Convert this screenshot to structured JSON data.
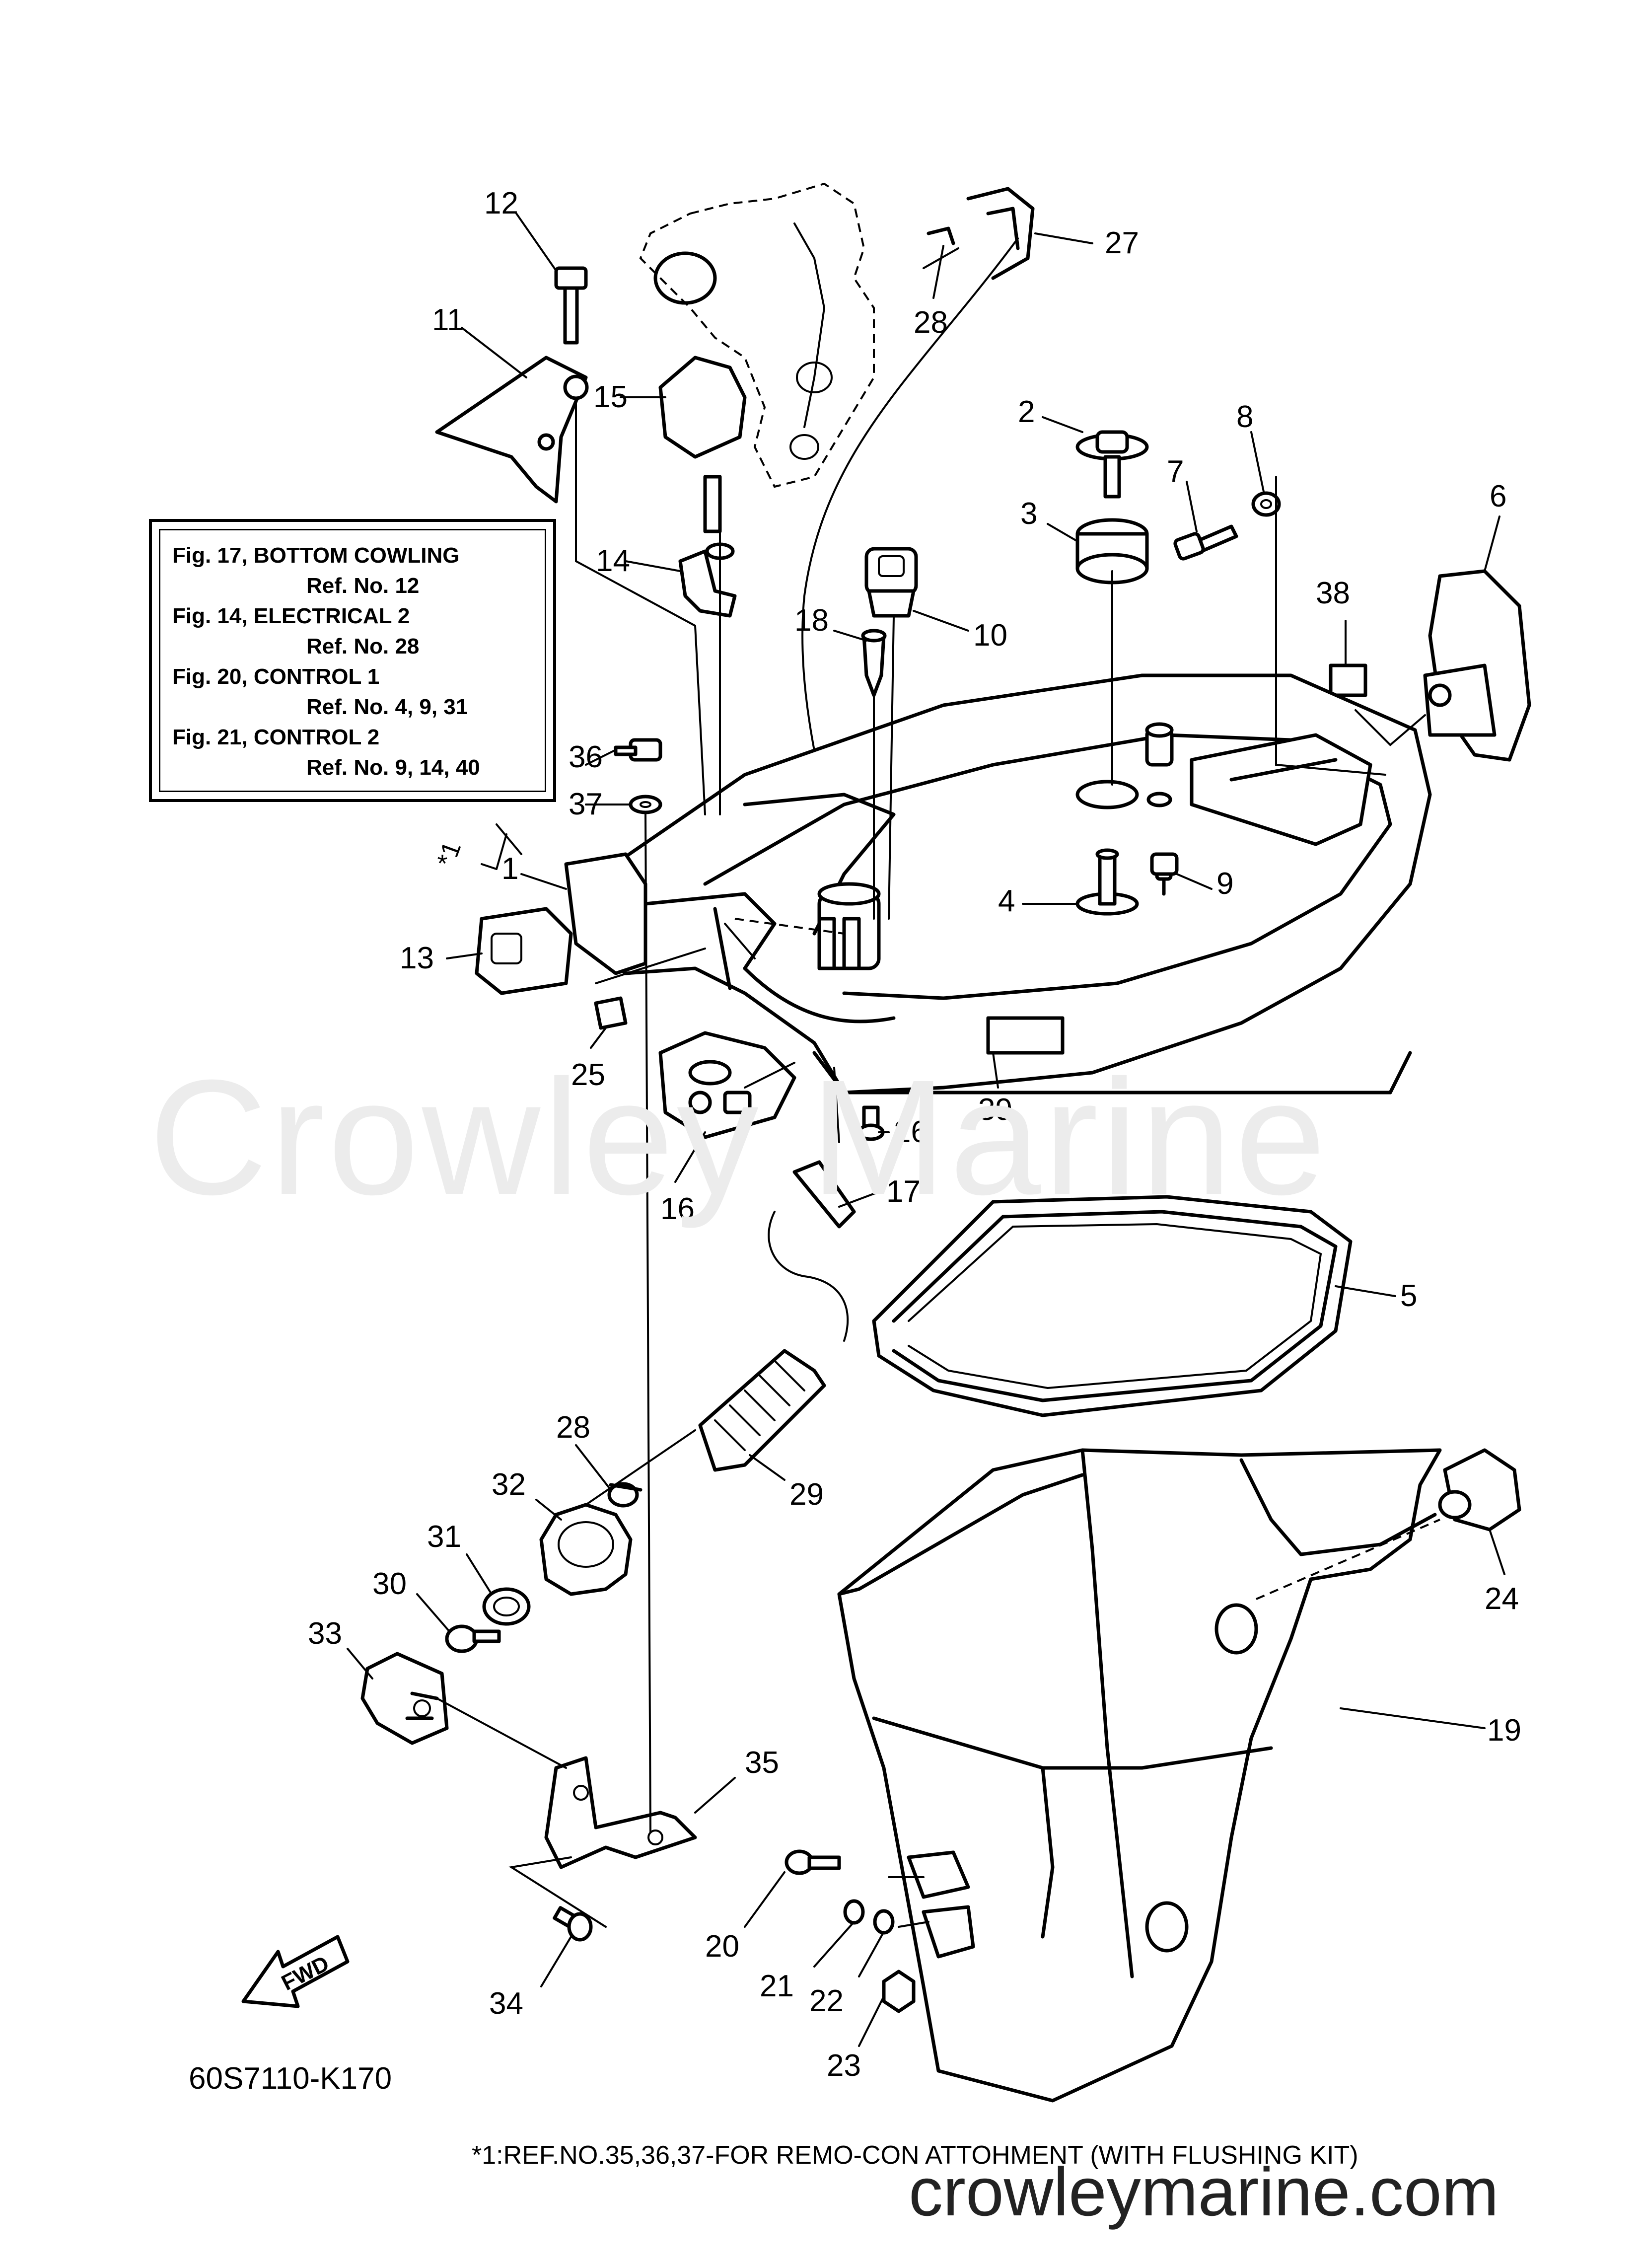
{
  "watermark": "Crowley Marine",
  "reference_box": {
    "lines": [
      {
        "text": "Fig. 17, BOTTOM COWLING",
        "sub": false
      },
      {
        "text": "Ref. No. 12",
        "sub": true
      },
      {
        "text": "Fig. 14, ELECTRICAL 2",
        "sub": false
      },
      {
        "text": "Ref. No. 28",
        "sub": true
      },
      {
        "text": "Fig. 20, CONTROL 1",
        "sub": false
      },
      {
        "text": "Ref. No. 4, 9, 31",
        "sub": true
      },
      {
        "text": "Fig. 21, CONTROL 2",
        "sub": false
      },
      {
        "text": "Ref. No. 9, 14, 40",
        "sub": true
      }
    ]
  },
  "fwd_label": "FWD",
  "diagram_code": "60S7110-K170",
  "footnote": "*1:REF.NO.35,36,37-FOR REMO-CON ATTOHMENT (WITH FLUSHING KIT)",
  "site": "crowleymarine.com",
  "footnote_marker": "*1",
  "callouts": [
    "12",
    "11",
    "15",
    "14",
    "27",
    "28",
    "2",
    "8",
    "7",
    "3",
    "6",
    "38",
    "10",
    "18",
    "36",
    "37",
    "1",
    "13",
    "25",
    "4",
    "9",
    "16",
    "26",
    "17",
    "39",
    "5",
    "28",
    "32",
    "29",
    "31",
    "30",
    "33",
    "24",
    "19",
    "35",
    "20",
    "21",
    "22",
    "34",
    "23"
  ]
}
